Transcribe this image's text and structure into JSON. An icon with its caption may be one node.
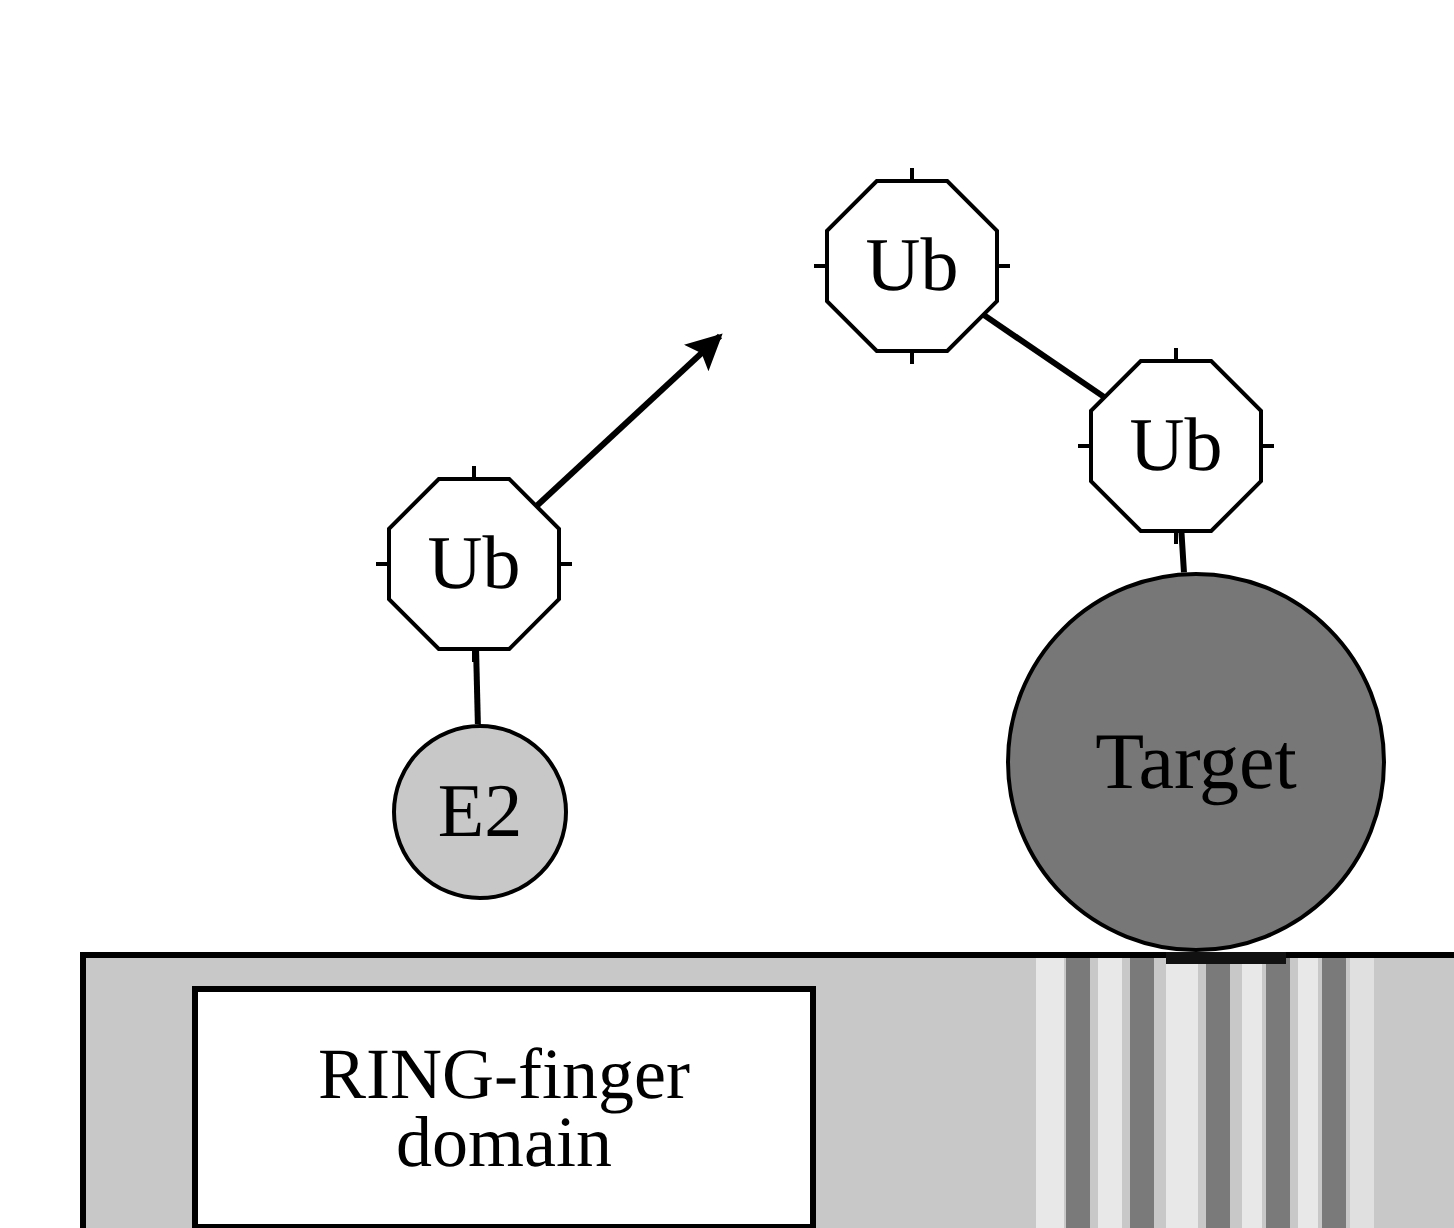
{
  "diagram": {
    "nodes": [
      {
        "text": [
          "Ub"
        ]
      },
      {
        "text": [
          "Ub"
        ]
      },
      {
        "text": [
          "Ub"
        ]
      },
      {
        "text": [
          "Target"
        ]
      },
      {
        "text": [
          "E2"
        ]
      },
      {
        "text": [],
        "shape": "bar"
      },
      {
        "text": [
          "RING-finger domain"
        ],
        "in": 5
      }
    ],
    "edges": [
      {
        "from": 0,
        "to": 1,
        "arrow": "none"
      },
      {
        "from": 1,
        "to": 3,
        "arrow": "none"
      },
      {
        "from": 2,
        "to": null,
        "arrow": "to"
      },
      {
        "from": 2,
        "to": 4,
        "arrow": "none"
      }
    ]
  }
}
